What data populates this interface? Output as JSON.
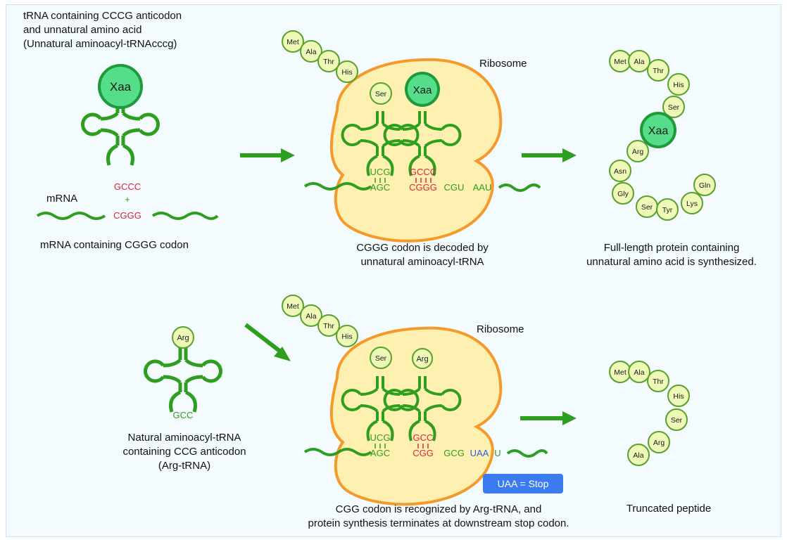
{
  "top": {
    "trna_caption": [
      "tRNA containing CCCG anticodon",
      "and unnatural amino acid",
      "(Unnatural aminoacyl-tRNAcccg)"
    ],
    "unnatural_aa": "Xaa",
    "anticodon": "GCCC",
    "plus": "+",
    "mrna_label": "mRNA",
    "codon": "CGGG",
    "mrna_caption": "mRNA containing CGGG codon",
    "ribosome_label": "Ribosome",
    "chain": [
      "Met",
      "Ala",
      "Thr",
      "His",
      "Ser"
    ],
    "ribo_trna1_anticodon": "UCG",
    "ribo_trna2_anticodon": "GCCC",
    "ribo_mrna": [
      "AGC",
      "CGGG",
      "CGU",
      "AAU"
    ],
    "ribo_caption": [
      "CGGG codon is decoded by",
      "unnatural aminoacyl-tRNA"
    ],
    "protein": [
      "Met",
      "Ala",
      "Thr",
      "His",
      "Ser",
      "Xaa",
      "Arg",
      "Asn",
      "Gly",
      "Ser",
      "Tyr",
      "Lys",
      "Gln"
    ],
    "protein_caption": [
      "Full-length protein containing",
      "unnatural amino acid is synthesized."
    ]
  },
  "bottom": {
    "natural_aa": "Arg",
    "anticodon": "GCC",
    "trna_caption": [
      "Natural aminoacyl-tRNA",
      "containing CCG anticodon",
      "(Arg-tRNA)"
    ],
    "ribosome_label": "Ribosome",
    "chain": [
      "Met",
      "Ala",
      "Thr",
      "His",
      "Ser"
    ],
    "ribo_trna2_aa": "Arg",
    "ribo_trna1_anticodon": "UCG",
    "ribo_trna2_anticodon": "GCC",
    "ribo_mrna": [
      "AGC",
      "CGG",
      "GCG",
      "UAA",
      "U"
    ],
    "stop_badge": "UAA = Stop",
    "ribo_caption": [
      "CGG codon is recognized by Arg-tRNA, and",
      "protein synthesis terminates at downstream stop codon."
    ],
    "peptide": [
      "Met",
      "Ala",
      "Thr",
      "His",
      "Ser",
      "Arg",
      "Ala"
    ],
    "peptide_caption": "Truncated peptide"
  },
  "colors": {
    "green": "#2e9e1f",
    "codon_red": "#e0223a",
    "stop_blue": "#2a5fe0",
    "ribosome_fill": "#fdf0b0",
    "ribosome_edge": "#f59a2a",
    "bead_fill": "#eef9b8",
    "bead_edge": "#5aa02c",
    "xaa_fill": "#55dd8a",
    "xaa_edge": "#1f9a3a"
  }
}
